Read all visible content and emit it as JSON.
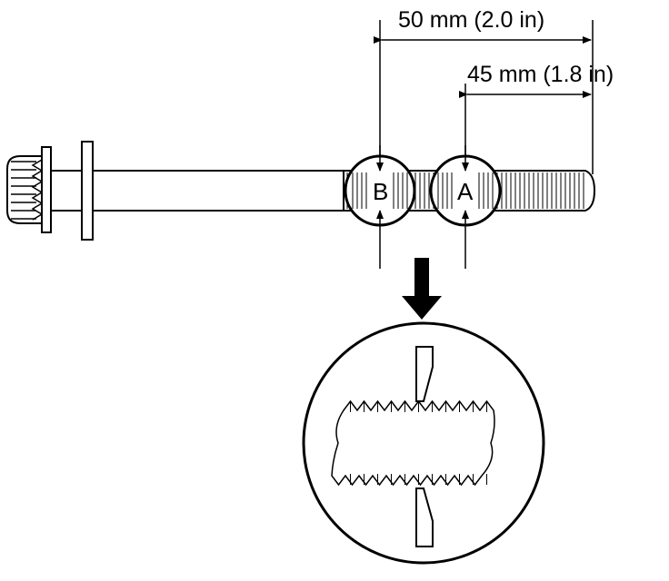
{
  "dimensions": {
    "outer_label": "50 mm (2.0 in)",
    "inner_label": "45 mm (1.8 in)"
  },
  "markers": {
    "b_label": "B",
    "a_label": "A"
  },
  "colors": {
    "line": "#000000",
    "background": "#ffffff"
  },
  "icons": {
    "down_arrow": "down-arrow-icon"
  }
}
